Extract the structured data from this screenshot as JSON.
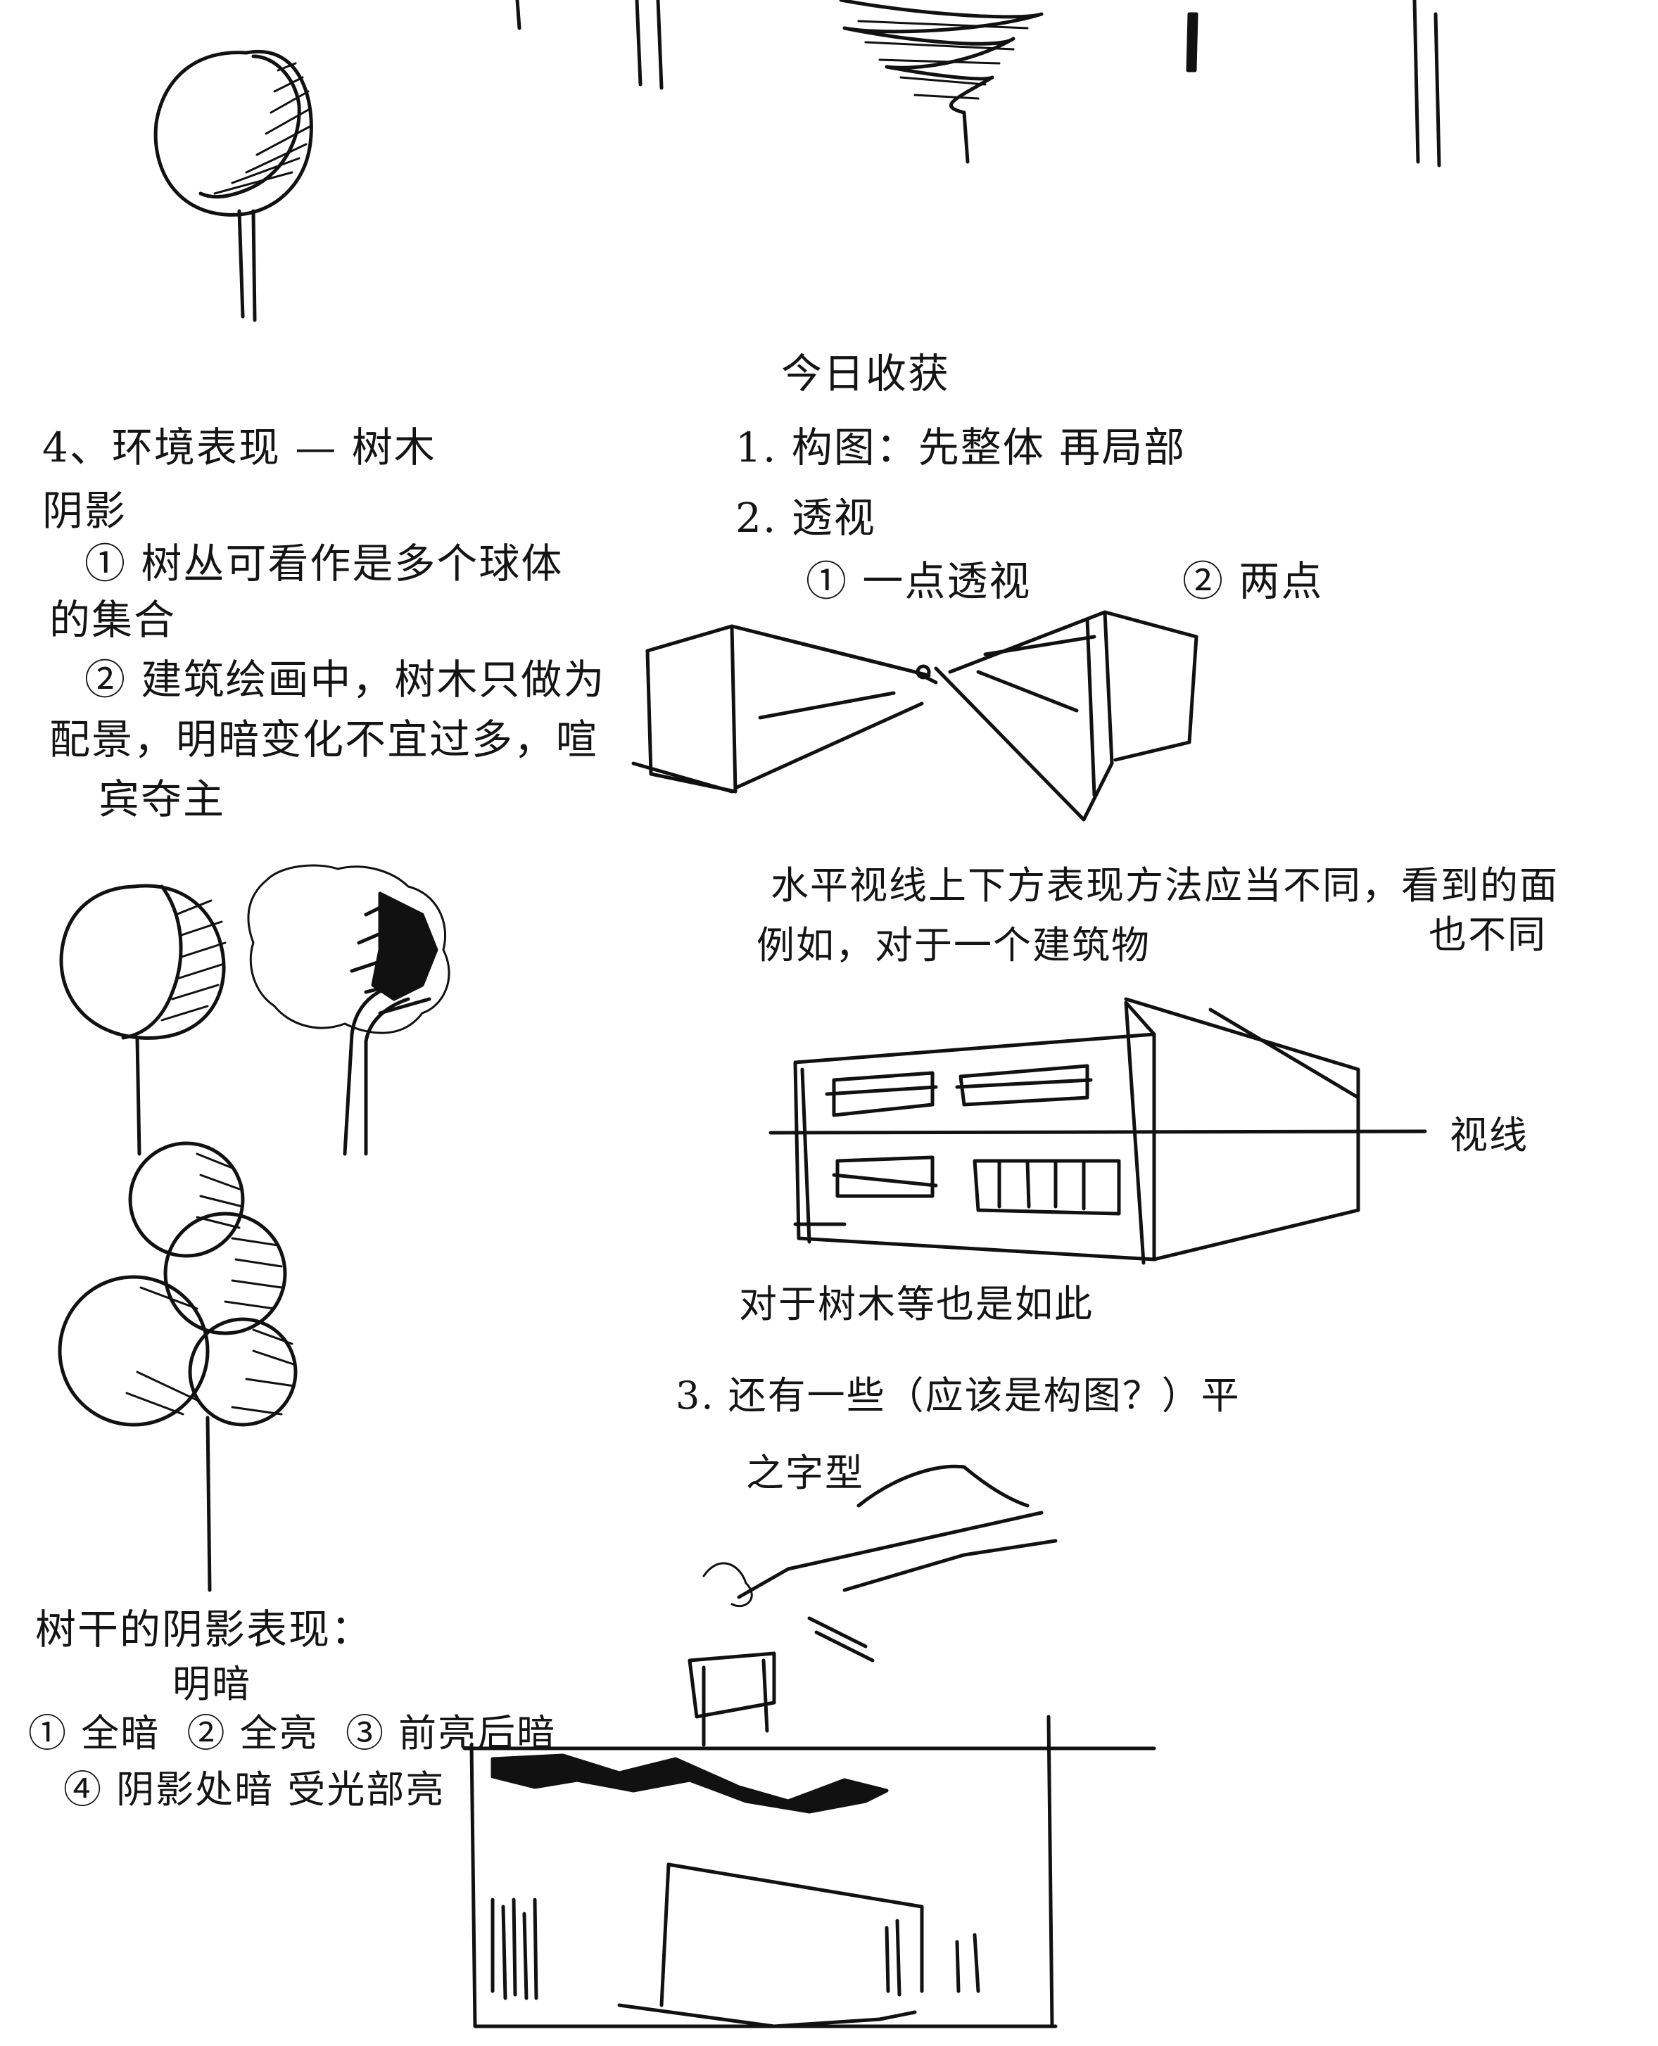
{
  "left_column": {
    "section4_title": "4、环境表现 — 树木",
    "section4_sub": "阴影",
    "point1_line1": "① 树丛可看作是多个球体",
    "point1_line2": "的集合",
    "point2_line1": "② 建筑绘画中，树木只做为",
    "point2_line2": "配景，明暗变化不宜过多，喧",
    "point2_line3": "宾夺主",
    "trunk_title": "树干的阴影表现：",
    "trunk_sub": "明暗",
    "trunk_items_1": "① 全暗  ② 全亮  ③ 前亮后暗",
    "trunk_items_2": "④ 阴影处暗 受光部亮"
  },
  "right_column": {
    "heading": "今日收获",
    "item1": "1. 构图：先整体 再局部",
    "item2": "2. 透视",
    "item2_a": "① 一点透视",
    "item2_b": "② 两点",
    "sightline_note_1": "水平视线上下方表现方法应当不同，看到的面",
    "sightline_note_1b": "也不同",
    "sightline_note_2": "例如，对于一个建筑物",
    "sightline_label": "视线",
    "trees_note": "对于树木等也是如此",
    "item3": "3. 还有一些（应该是构图？）平",
    "zigzag_label": "之字型"
  }
}
